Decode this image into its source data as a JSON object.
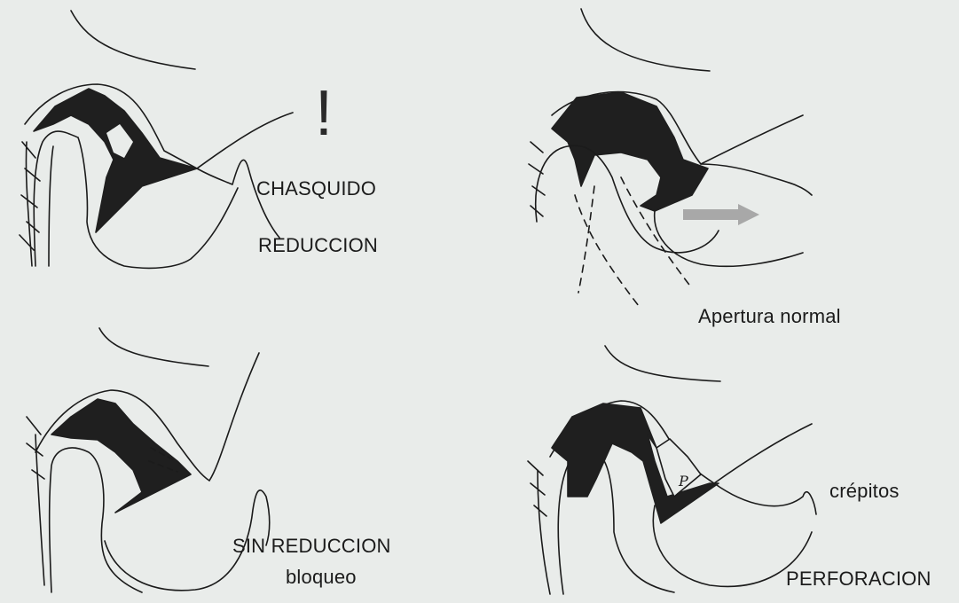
{
  "panels": {
    "top_left": {
      "label_1": "CHASQUIDO",
      "label_2": "REDUCCION",
      "mark": "!"
    },
    "top_right": {
      "label": "Apertura normal"
    },
    "bottom_left": {
      "label_1": "SIN REDUCCION",
      "label_2": "bloqueo"
    },
    "bottom_right": {
      "label_1": "crépitos",
      "label_2": "PERFORACION",
      "disc_mark": "P"
    }
  },
  "colors": {
    "background": "#e9ecea",
    "ink": "#1b1b1b",
    "arrow": "#a8a8a8"
  }
}
